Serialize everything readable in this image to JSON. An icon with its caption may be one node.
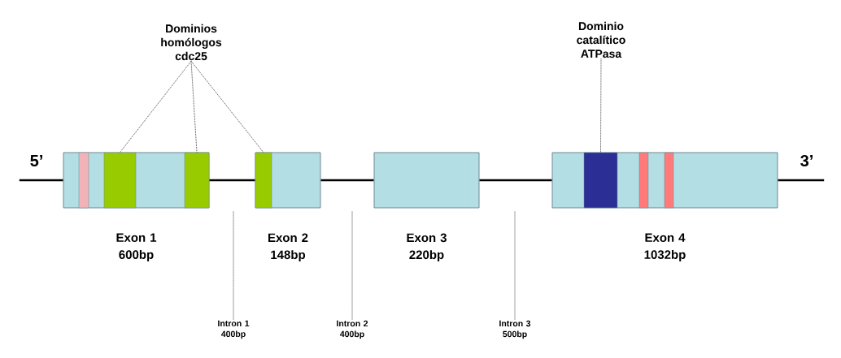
{
  "diagram": {
    "nodes": [
      {
        "text": [
          "Dominios homólogos cdc25"
        ]
      },
      {
        "text": [
          "Dominio catalítico ATPasa"
        ]
      },
      {
        "text": [
          "5’"
        ]
      },
      {
        "text": [],
        "shape": "box",
        "beside": [
          "Exon 1 600bp"
        ]
      },
      {
        "text": [],
        "shape": "bar",
        "in": 3
      },
      {
        "text": [],
        "shape": "bar",
        "in": 3
      },
      {
        "text": [],
        "shape": "bar",
        "in": 3
      },
      {
        "text": [],
        "shape": "box",
        "beside": [
          "Exon 2 148bp"
        ]
      },
      {
        "text": [],
        "shape": "bar",
        "in": 7
      },
      {
        "text": [],
        "shape": "box",
        "beside": [
          "Exon 3 220bp"
        ]
      },
      {
        "text": [],
        "shape": "box",
        "beside": [
          "Exon 4 1032bp"
        ]
      },
      {
        "text": [],
        "shape": "bar",
        "in": 10
      },
      {
        "text": [],
        "shape": "bar",
        "in": 10
      },
      {
        "text": [],
        "shape": "bar",
        "in": 10
      },
      {
        "text": [
          "3’"
        ]
      },
      {
        "text": [
          "Intron 1 400bp"
        ]
      },
      {
        "text": [
          "Intron 2 400bp"
        ]
      },
      {
        "text": [
          "Intron 3 500bp"
        ]
      }
    ],
    "edges": [
      {
        "from": 0,
        "to": 5,
        "arrow": "none",
        "style": "dashed"
      },
      {
        "from": 0,
        "to": 6,
        "arrow": "none",
        "style": "dashed"
      },
      {
        "from": 0,
        "to": 8,
        "arrow": "none",
        "style": "dashed"
      },
      {
        "from": 1,
        "to": 11,
        "arrow": "none",
        "style": "dashed"
      },
      {
        "from": 2,
        "to": 3,
        "arrow": "none"
      },
      {
        "from": 3,
        "to": 7,
        "arrow": "none"
      },
      {
        "from": 7,
        "to": 9,
        "arrow": "none"
      },
      {
        "from": 9,
        "to": 10,
        "arrow": "none"
      },
      {
        "from": 10,
        "to": 14,
        "arrow": "none"
      },
      {
        "from": 15,
        "to": null,
        "arrow": "none",
        "style": "dashed"
      },
      {
        "from": 16,
        "to": null,
        "arrow": "none",
        "style": "dashed"
      },
      {
        "from": 17,
        "to": null,
        "arrow": "none",
        "style": "dashed"
      }
    ]
  }
}
